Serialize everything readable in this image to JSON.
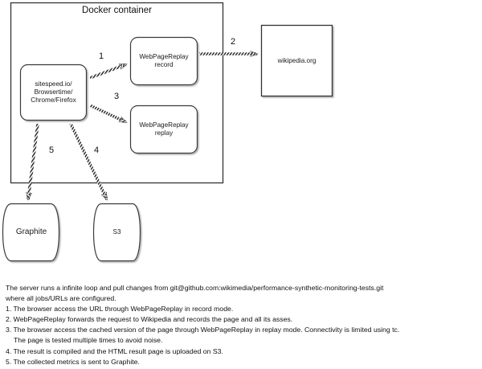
{
  "diagram": {
    "title": "Docker container",
    "nodes": [
      {
        "id": "docker-container",
        "label": "Docker container",
        "shape": "rectangle"
      },
      {
        "id": "sitespeed",
        "label": "sitespeed.io/\nBrowsertime/\nChrome/Firefox",
        "shape": "rounded-rectangle"
      },
      {
        "id": "wpr-record",
        "label": "WebPageReplay\nrecord",
        "shape": "rounded-rectangle"
      },
      {
        "id": "wpr-replay",
        "label": "WebPageReplay\nreplay",
        "shape": "rounded-rectangle"
      },
      {
        "id": "wikipedia",
        "label": "wikipedia.org",
        "shape": "rectangle-shadow"
      },
      {
        "id": "graphite",
        "label": "Graphite",
        "shape": "barrel"
      },
      {
        "id": "s3",
        "label": "S3",
        "shape": "barrel"
      }
    ],
    "edges": [
      {
        "id": "edge-1",
        "label": "1",
        "from": "sitespeed",
        "to": "wpr-record"
      },
      {
        "id": "edge-2",
        "label": "2",
        "from": "wpr-record",
        "to": "wikipedia"
      },
      {
        "id": "edge-3",
        "label": "3",
        "from": "sitespeed",
        "to": "wpr-replay"
      },
      {
        "id": "edge-4",
        "label": "4",
        "from": "sitespeed",
        "to": "s3"
      },
      {
        "id": "edge-5",
        "label": "5",
        "from": "sitespeed",
        "to": "graphite"
      }
    ],
    "colors": {
      "stroke": "#333333",
      "text": "#111111",
      "background": "#ffffff"
    }
  },
  "notes": {
    "intro_line_1": "The server runs a infinite loop and pull changes from git@github.com:wikimedia/performance-synthetic-monitoring-tests.git",
    "intro_line_2": "where all jobs/URLs are configured.",
    "items": [
      "1. The browser access the URL through WebPageReplay in record mode.",
      "2. WebPageReplay forwards the request to Wikipedia and records the page and all its asses.",
      "3. The browser access the cached version of the page through WebPageReplay in replay mode. Connectivity is limited using tc.",
      "4. The result is compiled and the HTML result page is uploaded on S3.",
      "5. The collected metrics is sent to Graphite."
    ],
    "item_3_continuation": "The page is tested multiple times to avoid noise."
  }
}
